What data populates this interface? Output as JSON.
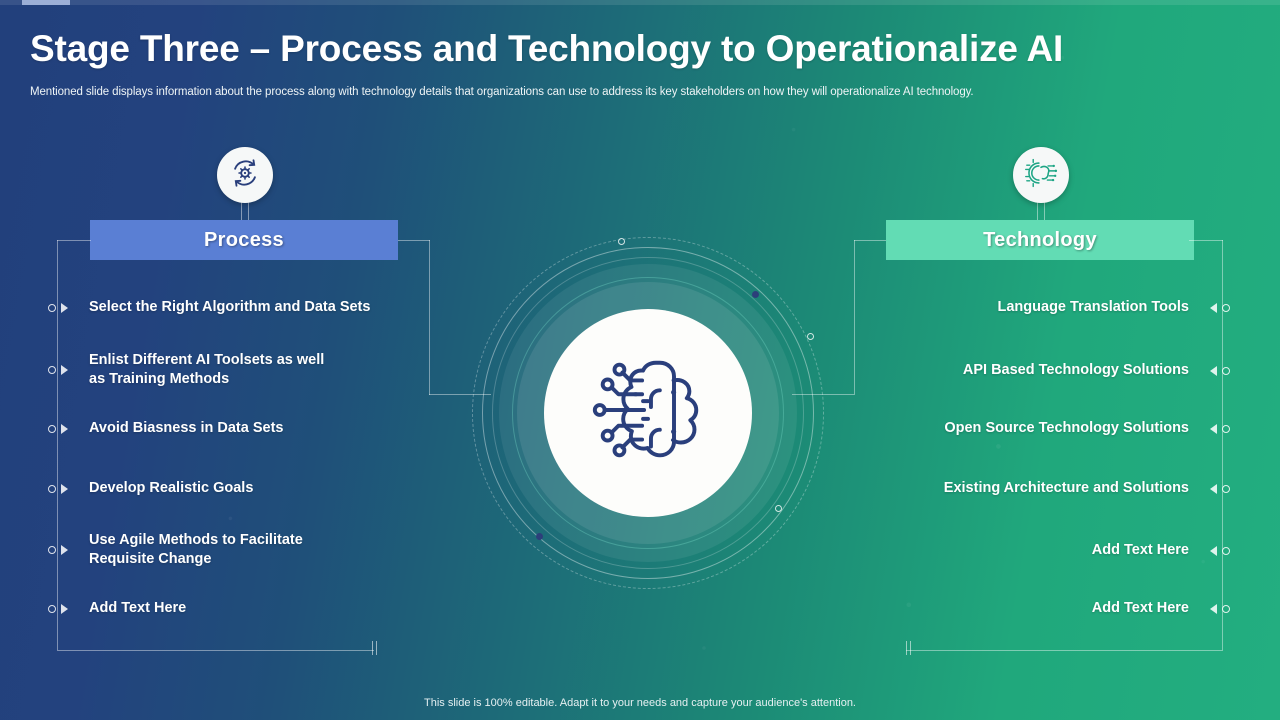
{
  "header": {
    "title": "Stage Three – Process and Technology to Operationalize AI",
    "subtitle": "Mentioned slide displays information about the process along with technology details that organizations can use to address its key stakeholders on how they will operationalize AI technology."
  },
  "colors": {
    "process_header_bg": "#5a7fd4",
    "technology_header_bg": "#62dcb4",
    "background_left": "#23427e",
    "background_right": "#23ae80",
    "brain_icon": "#2a3f7c",
    "text": "#ffffff"
  },
  "left_column": {
    "badge_icon": "gear-refresh-icon",
    "header": "Process",
    "items": [
      {
        "label": "Select the Right Algorithm and Data Sets"
      },
      {
        "label": "Enlist Different AI Toolsets as well\nas Training Methods"
      },
      {
        "label": "Avoid Biasness in Data Sets"
      },
      {
        "label": "Develop Realistic Goals"
      },
      {
        "label": "Use Agile Methods to Facilitate\nRequisite Change"
      },
      {
        "label": "Add Text Here"
      }
    ]
  },
  "right_column": {
    "badge_icon": "ai-circuit-gear-icon",
    "header": "Technology",
    "items": [
      {
        "label": "Language Translation Tools"
      },
      {
        "label": "API Based Technology Solutions"
      },
      {
        "label": "Open Source Technology Solutions"
      },
      {
        "label": "Existing Architecture and Solutions"
      },
      {
        "label": "Add Text Here"
      },
      {
        "label": "Add Text Here"
      }
    ]
  },
  "center": {
    "icon": "ai-brain-circuit-icon"
  },
  "footer": {
    "note": "This slide is 100% editable.  Adapt it to your needs and capture your audience's attention."
  }
}
